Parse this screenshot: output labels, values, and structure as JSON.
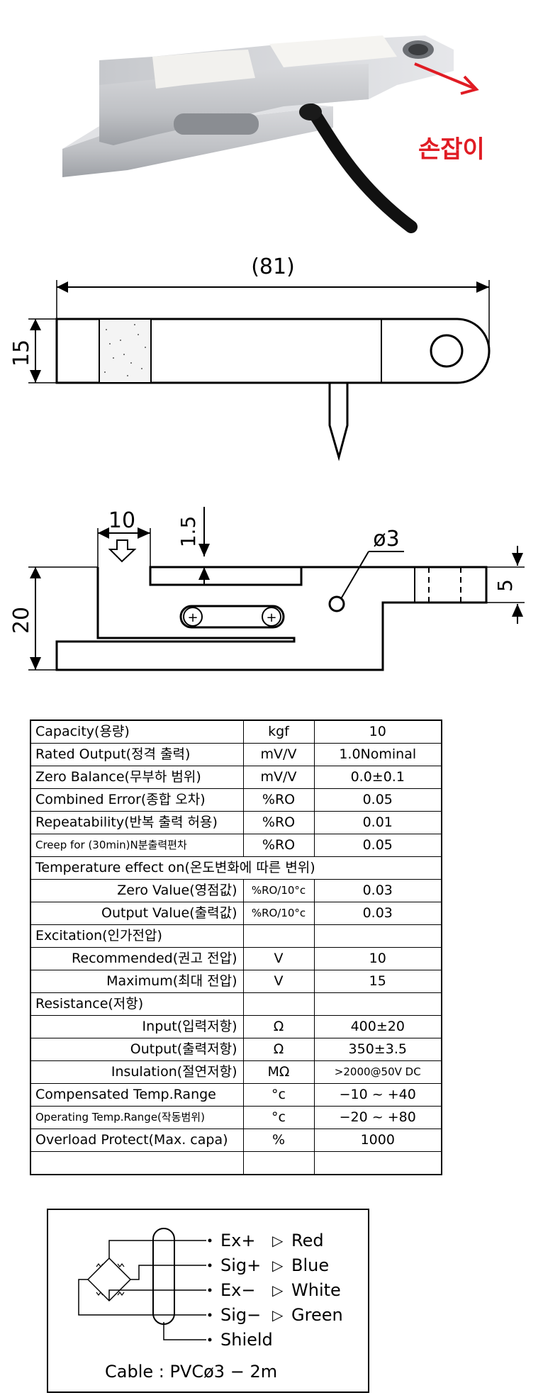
{
  "photo": {
    "handle_label": "손잡이"
  },
  "drawing_top": {
    "length_label": "(81)",
    "height_label": "15"
  },
  "drawing_side": {
    "width_label": "10",
    "gap_label": "1.5",
    "hole_label": "ø3",
    "height_label": "20",
    "tab_label": "5"
  },
  "spec_table": {
    "rows": [
      {
        "label": "Capacity(용량)",
        "unit": "kgf",
        "value": "10"
      },
      {
        "label": "Rated Output(정격 출력)",
        "unit": "mV/V",
        "value": "1.0Nominal"
      },
      {
        "label": "Zero Balance(무부하 범위)",
        "unit": "mV/V",
        "value": "0.0±0.1"
      },
      {
        "label": "Combined Error(종합 오차)",
        "unit": "%RO",
        "value": "0.05"
      },
      {
        "label": "Repeatability(반복 출력 허용)",
        "unit": "%RO",
        "value": "0.01"
      },
      {
        "label": "Creep for (30min)N분출력편차",
        "unit": "%RO",
        "value": "0.05"
      },
      {
        "label": "Temperature effect on(온도변화에 따른 변위)",
        "unit": "",
        "value": ""
      },
      {
        "label": "Zero Value(영점값)",
        "unit": "%RO/10°c",
        "value": "0.03"
      },
      {
        "label": "Output Value(출력값)",
        "unit": "%RO/10°c",
        "value": "0.03"
      },
      {
        "label": "Excitation(인가전압)",
        "unit": "",
        "value": ""
      },
      {
        "label": "Recommended(권고 전압)",
        "unit": "V",
        "value": "10"
      },
      {
        "label": "Maximum(최대 전압)",
        "unit": "V",
        "value": "15"
      },
      {
        "label": "Resistance(저항)",
        "unit": "",
        "value": ""
      },
      {
        "label": "Input(입력저항)",
        "unit": "Ω",
        "value": "400±20"
      },
      {
        "label": "Output(출력저항)",
        "unit": "Ω",
        "value": "350±3.5"
      },
      {
        "label": "Insulation(절연저항)",
        "unit": "MΩ",
        "value": ">2000@50V DC"
      },
      {
        "label": "Compensated Temp.Range",
        "unit": "°c",
        "value": "−10 ~ +40"
      },
      {
        "label": "Operating Temp.Range(작동범위)",
        "unit": "°c",
        "value": "−20 ~ +80"
      },
      {
        "label": "Overload Protect(Max. capa)",
        "unit": "%",
        "value": "1000"
      },
      {
        "label": "",
        "unit": "",
        "value": ""
      }
    ]
  },
  "wiring": {
    "wires": [
      {
        "terminal": "Ex+",
        "color": "Red"
      },
      {
        "terminal": "Sig+",
        "color": "Blue"
      },
      {
        "terminal": "Ex−",
        "color": "White"
      },
      {
        "terminal": "Sig−",
        "color": "Green"
      }
    ],
    "shield": "Shield",
    "cable": "Cable : PVCø3 − 2m"
  },
  "colors": {
    "annotation_red": "#e01c24",
    "ink": "#000000"
  }
}
